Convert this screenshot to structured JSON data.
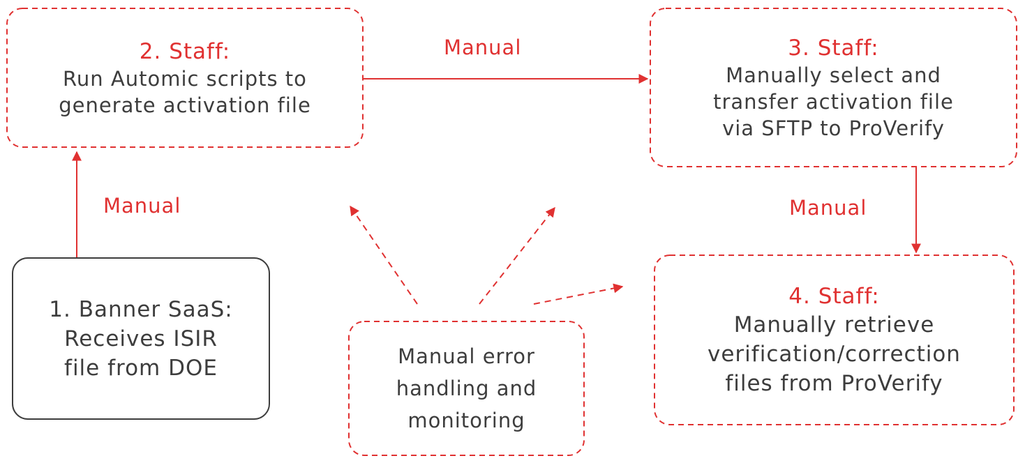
{
  "colors": {
    "accent": "#e03131",
    "text": "#3d3d3d",
    "neutral_border": "#3d3d3d",
    "background": "#ffffff"
  },
  "nodes": {
    "banner": {
      "title": "",
      "body": "1. Banner SaaS:\nReceives ISIR\nfile from DOE"
    },
    "step2": {
      "title": "2. Staff:",
      "body": "Run Automic scripts to\ngenerate activation file"
    },
    "step3": {
      "title": "3. Staff:",
      "body": "Manually select and\ntransfer activation file\nvia SFTP to ProVerify"
    },
    "step4": {
      "title": "4. Staff:",
      "body": "Manually retrieve\nverification/correction\nfiles from ProVerify"
    },
    "error_handling": {
      "title": "",
      "body": "Manual error\nhandling and\nmonitoring"
    }
  },
  "edges": {
    "banner_to_step2": {
      "label": "Manual"
    },
    "step2_to_step3": {
      "label": "Manual"
    },
    "step3_to_step4": {
      "label": "Manual"
    }
  }
}
